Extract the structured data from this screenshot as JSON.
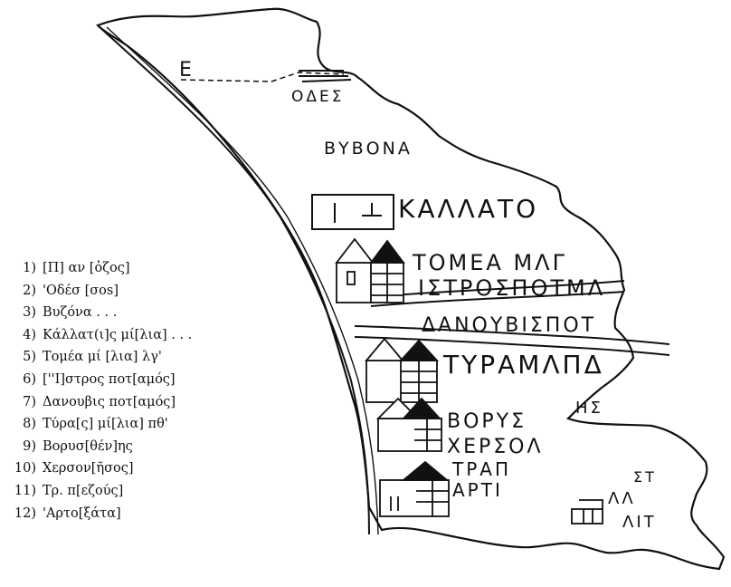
{
  "legend": [
    {
      "num": "1)",
      "text": "[Π] αν [ὀζος]"
    },
    {
      "num": "2)",
      "text": "'Οδέσ [σοs]"
    },
    {
      "num": "3)",
      "text": "Βυζόνα . . ."
    },
    {
      "num": "4)",
      "text": "Κάλλατ(ι]ς μί[λια] . . ."
    },
    {
      "num": "5)",
      "text": "Τομέα μί [λια] λγ'"
    },
    {
      "num": "6)",
      "text": "[''Ι]στρος ποτ[αμός]"
    },
    {
      "num": "7)",
      "text": "Δανουβις ποτ[αμός]"
    },
    {
      "num": "8)",
      "text": "Τύρα[ς] μί[λια] πθ'"
    },
    {
      "num": "9)",
      "text": "Βορυσ[θέν]ης"
    },
    {
      "num": "10)",
      "text": "Χερσον[ῆσος]"
    },
    {
      "num": "11)",
      "text": "Τρ. π[εζούς]"
    },
    {
      "num": "12)",
      "text": "'Αρτο[ξάτα]"
    }
  ],
  "labels": {
    "odes": "ΟΔΕΣ",
    "buzona": "ΒΥΒΟΝΑ",
    "kallat": "ΚΑΛΛΑΤΟ",
    "tomea": "ΤΟΜΕΑ ΜΛΓ",
    "istros": "ΙΣΤΡΟΣΠΟΤΜΛ",
    "danoubis": "ΔΑΝΟΥΒΙΣΠΟΤ",
    "tyra": "ΤΥΡΑΜΛΠΔ",
    "hs": "ΗΣ",
    "borys": "ΒΟΡΥΣ",
    "cherso": "ΧΕΡΣΟΛ",
    "trap": "ΤΡΑΠ",
    "arti": "ΑΡΤΙ",
    "st": "ΣΤ",
    "lai": "ΛΛ",
    "lit": "ΛΙΤ"
  }
}
